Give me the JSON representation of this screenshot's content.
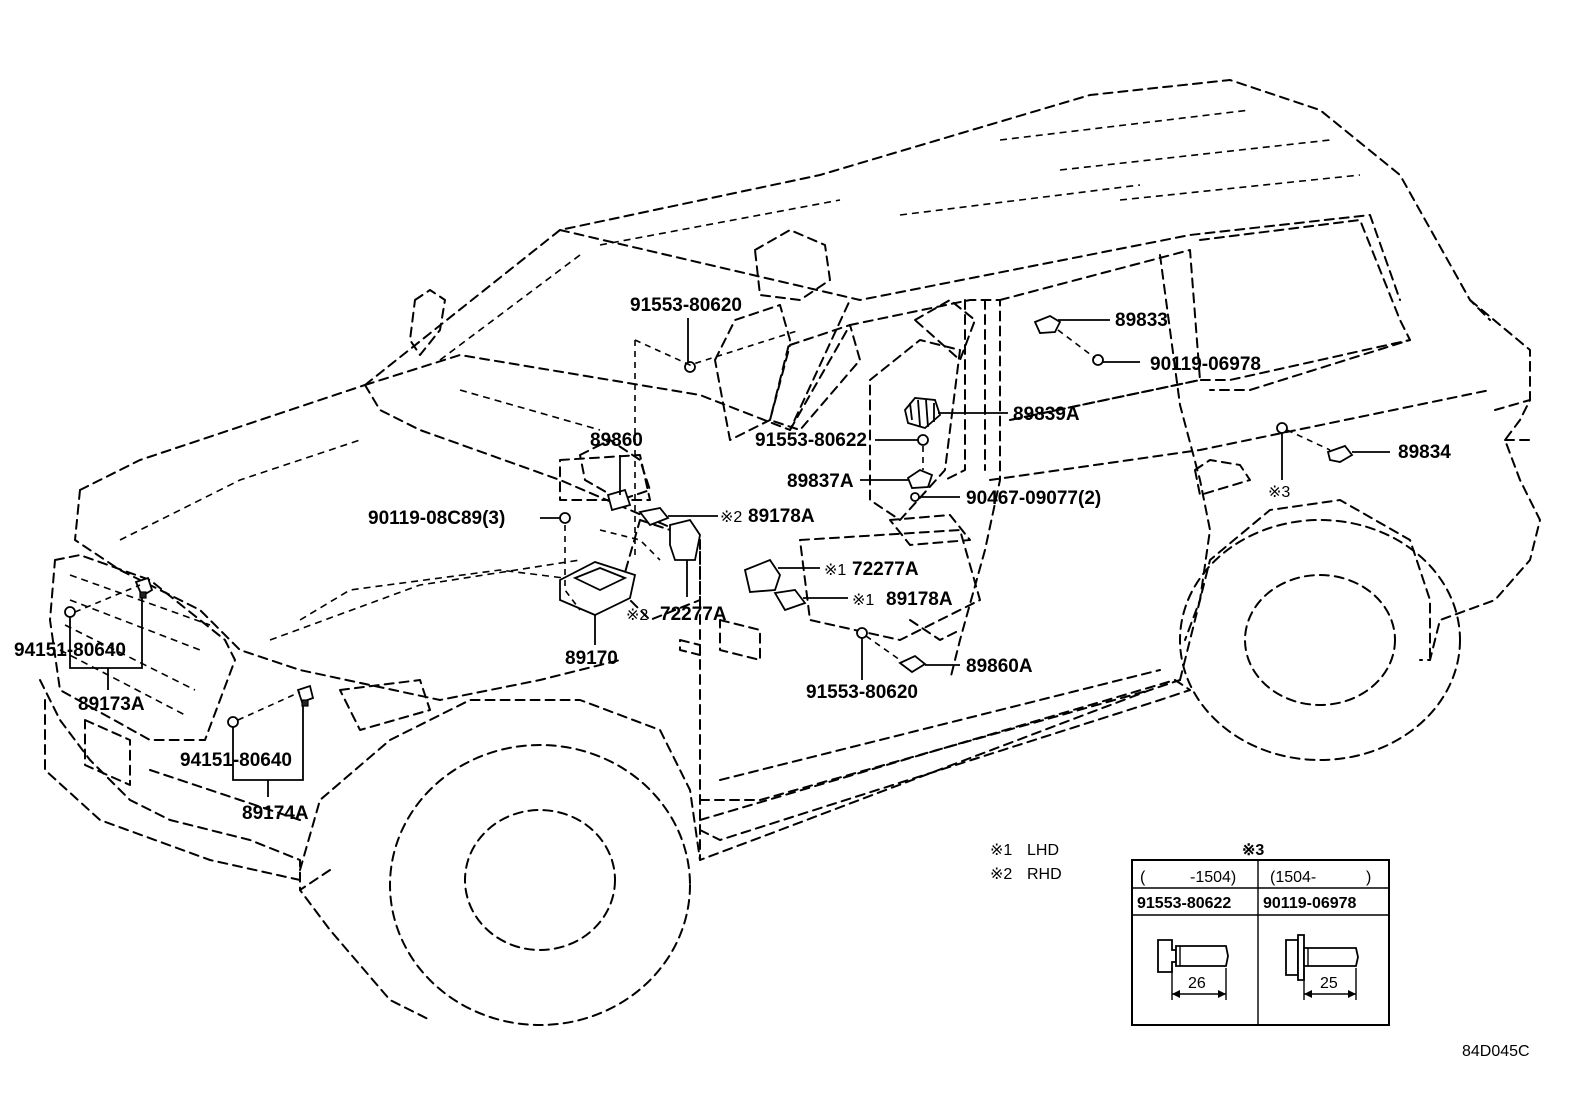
{
  "callouts": {
    "p91553_80620_top": "91553-80620",
    "p89860": "89860",
    "p90119_08c89": "90119-08C89(3)",
    "p89178a_rhd": "89178A",
    "p72277a_rhd": "72277A",
    "p89170": "89170",
    "p94151_80640_left": "94151-80640",
    "p89173a": "89173A",
    "p94151_80640_right": "94151-80640",
    "p89174a": "89174A",
    "p89833": "89833",
    "p90119_06978": "90119-06978",
    "p89839a": "89839A",
    "p91553_80622": "91553-80622",
    "p89837a": "89837A",
    "p90467_09077": "90467-09077(2)",
    "p89834": "89834",
    "p72277a_lhd": "72277A",
    "p89178a_lhd": "89178A",
    "p89860a": "89860A",
    "p91553_80620_bottom": "91553-80620"
  },
  "markers": {
    "m1": "※1",
    "m2": "※2",
    "m3": "※3"
  },
  "legend": {
    "lhd_mark": "※1",
    "lhd": "LHD",
    "rhd_mark": "※2",
    "rhd": "RHD"
  },
  "table": {
    "title": "※3",
    "col1_range_open": "(",
    "col1_range": "-1504)",
    "col2_range": "(1504-",
    "col2_range_close": ")",
    "col1_part": "91553-80622",
    "col2_part": "90119-06978",
    "col1_length": "26",
    "col2_length": "25"
  },
  "figure_code": "84D045C"
}
